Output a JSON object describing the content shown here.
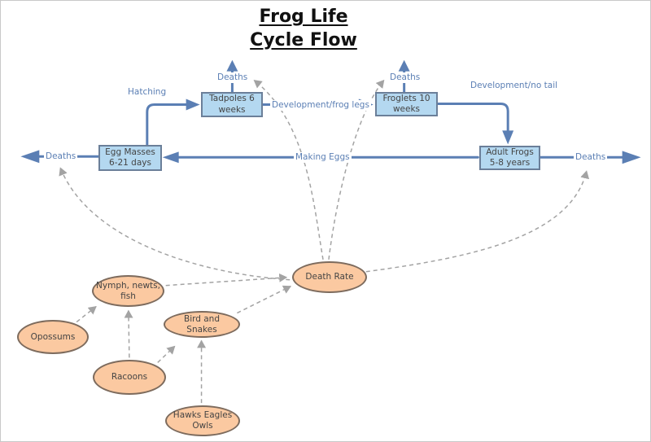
{
  "title": {
    "line1": "Frog Life",
    "line2": "Cycle Flow"
  },
  "nodes": {
    "egg_masses": "Egg Masses 6-21 days",
    "tadpoles": "Tadpoles 6 weeks",
    "froglets": "Froglets 10 weeks",
    "adult_frogs": "Adult Frogs 5-8 years",
    "death_rate": "Death Rate",
    "nymph_newts_fish": "Nymph, newts, fish",
    "opossums": "Opossums",
    "bird_and_snakes": "Bird and Snakes",
    "racoons": "Racoons",
    "hawks_eagles_owls": "Hawks Eagles Owls"
  },
  "labels": {
    "hatching": "Hatching",
    "deaths_left": "Deaths",
    "deaths_tadpoles": "Deaths",
    "deaths_froglets": "Deaths",
    "deaths_right": "Deaths",
    "development_frog_legs": "Development/frog legs",
    "development_no_tail": "Development/no tail",
    "making_eggs": "Making Eggs"
  },
  "colors": {
    "box_fill": "#b4d8f0",
    "box_border": "#6b7f99",
    "ellipse_fill": "#fbc9a1",
    "ellipse_border": "#7d6b5d",
    "arrow_blue": "#5b7fb4",
    "dashed_gray": "#a3a3a3",
    "text_dark": "#444444",
    "title_color": "#111111"
  }
}
